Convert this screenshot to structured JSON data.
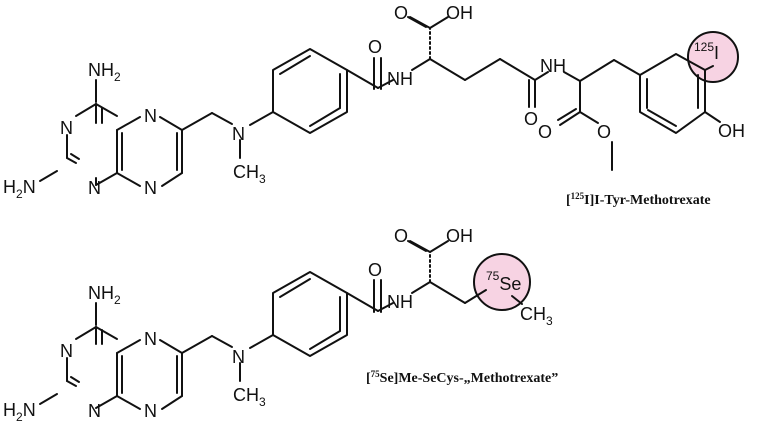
{
  "molecule1": {
    "caption_open": "[",
    "caption_isotope": "125",
    "caption_rest": "I]I-Tyr-Methotrexate",
    "isotope_mass": "125",
    "isotope_element": "I",
    "highlight_color": "#f7d3e3"
  },
  "molecule2": {
    "caption_open": "[",
    "caption_isotope": "75",
    "caption_rest": "Se]Me-SeCys-„Methotrexate”",
    "isotope_mass": "75",
    "isotope_element": "Se",
    "highlight_color": "#f7d3e3"
  },
  "labels": {
    "N": "N",
    "NH": "NH",
    "NH2_main": "NH",
    "NH2_sub": "2",
    "H2N_h": "H",
    "H2N_sub": "2",
    "H2N_n": "N",
    "O": "O",
    "OH": "OH",
    "CH3_main": "CH",
    "CH3_sub": "3"
  }
}
